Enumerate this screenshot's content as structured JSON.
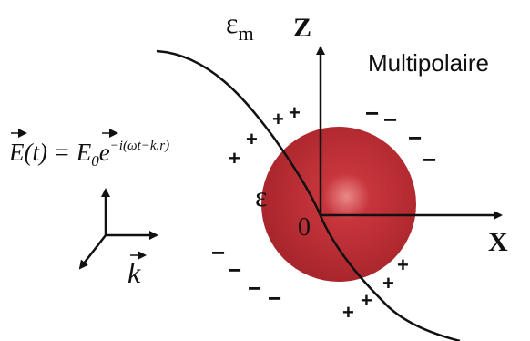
{
  "labels": {
    "eps_m_base": "ε",
    "eps_m_sub": "m",
    "z_axis": "Z",
    "x_axis": "X",
    "origin": "0",
    "eps_sphere": "ε",
    "k_vec": "k",
    "title": "Multipolaire"
  },
  "equation": {
    "lhs": "E(t) = ",
    "rhs_base": "E",
    "rhs_sub": "0",
    "rhs_e": "e",
    "exponent": "−i(ωt−k.r)"
  },
  "charges": {
    "plus": "+",
    "minus": "−"
  },
  "colors": {
    "sphere_center": "#d9545a",
    "sphere_edge": "#9b1c22",
    "line": "#111111"
  }
}
